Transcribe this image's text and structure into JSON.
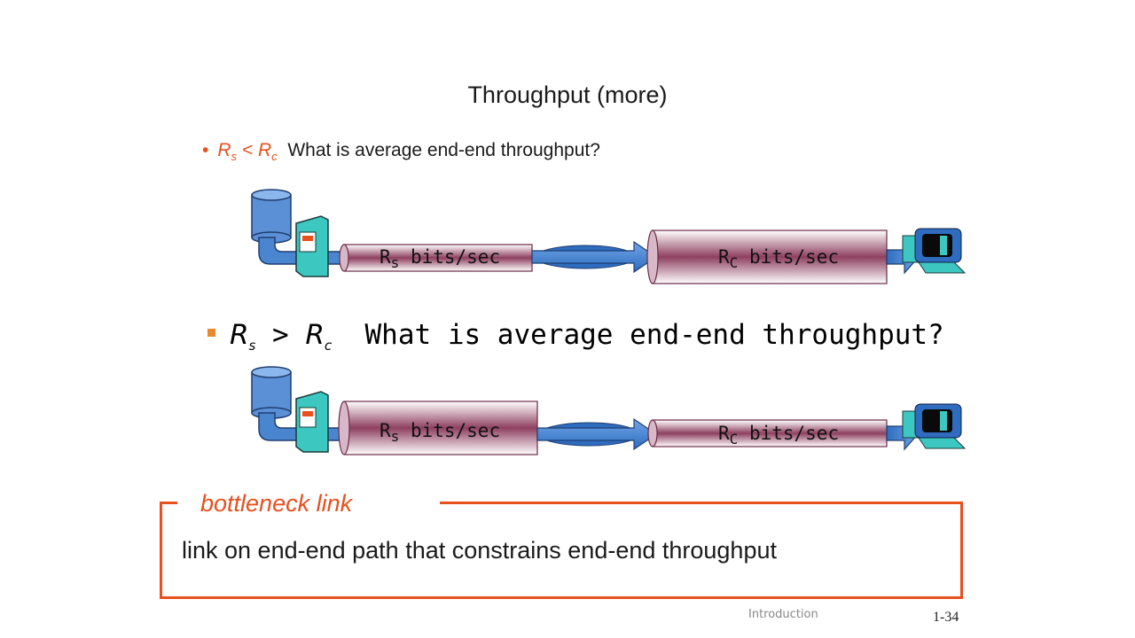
{
  "slide": {
    "title": "Throughput (more)",
    "bullet1": {
      "dot": "•",
      "rs_main": "R",
      "rs_sub": "s",
      "op": " < ",
      "rc_main": "R",
      "rc_sub": "c",
      "question": "What is average end-end throughput?"
    },
    "bullet2": {
      "rs_main": "R",
      "rs_sub": "s",
      "op": " > ",
      "rc_main": "R",
      "rc_sub": "c",
      "question": "What is average end-end throughput?"
    },
    "diagram1": {
      "rs_label_main": "R",
      "rs_label_sub": "s",
      "rs_label_rest": " bits/sec",
      "rc_label_main": "R",
      "rc_label_sub": "C",
      "rc_label_rest": " bits/sec"
    },
    "diagram2": {
      "rs_label_main": "R",
      "rs_label_sub": "s",
      "rs_label_rest": " bits/sec",
      "rc_label_main": "R",
      "rc_label_sub": "C",
      "rc_label_rest": " bits/sec"
    },
    "definition": {
      "heading": "bottleneck link",
      "text": "link on end-end path that constrains  end-end throughput"
    },
    "footer": "Introduction",
    "page_number": "1-34"
  },
  "colors": {
    "accent": "#e8501e",
    "pipe": "#8e4060",
    "arrow": "#4a86d0"
  }
}
